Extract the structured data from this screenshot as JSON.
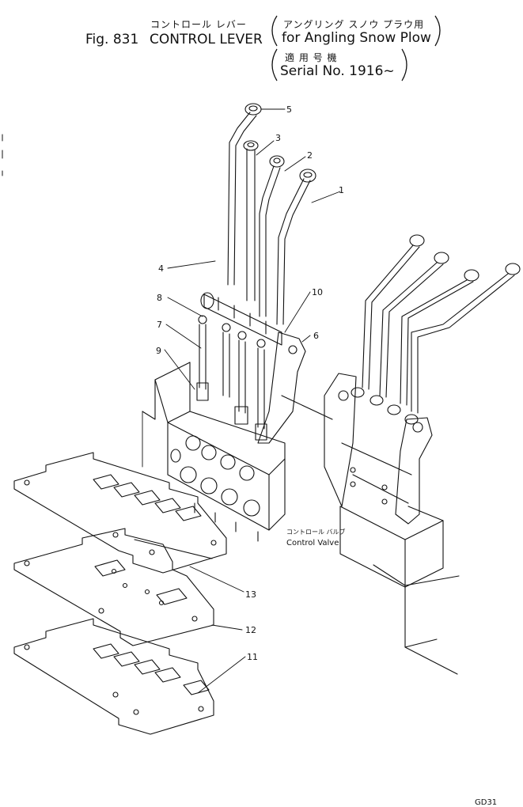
{
  "title": {
    "jp_part_name": "コントロール レバー",
    "jp_spec": "アングリング スノウ プラウ用",
    "fig_label": "Fig. 831",
    "part_name": "CONTROL LEVER",
    "spec": "for Angling Snow Plow",
    "jp_serial_label": "適 用 号 機",
    "serial": "Serial No. 1916~"
  },
  "callouts": {
    "c1": "1",
    "c2": "2",
    "c3": "3",
    "c4": "4",
    "c5": "5",
    "c6": "6",
    "c7": "7",
    "c8": "8",
    "c9": "9",
    "c10": "10",
    "c11": "11",
    "c12": "12",
    "c13": "13"
  },
  "control_valve": {
    "jp_label": "コントロール バルブ",
    "label": "Control Valve"
  },
  "footer": {
    "page_ref": "GD31"
  },
  "colors": {
    "ink": "#111111",
    "paper": "#ffffff"
  }
}
